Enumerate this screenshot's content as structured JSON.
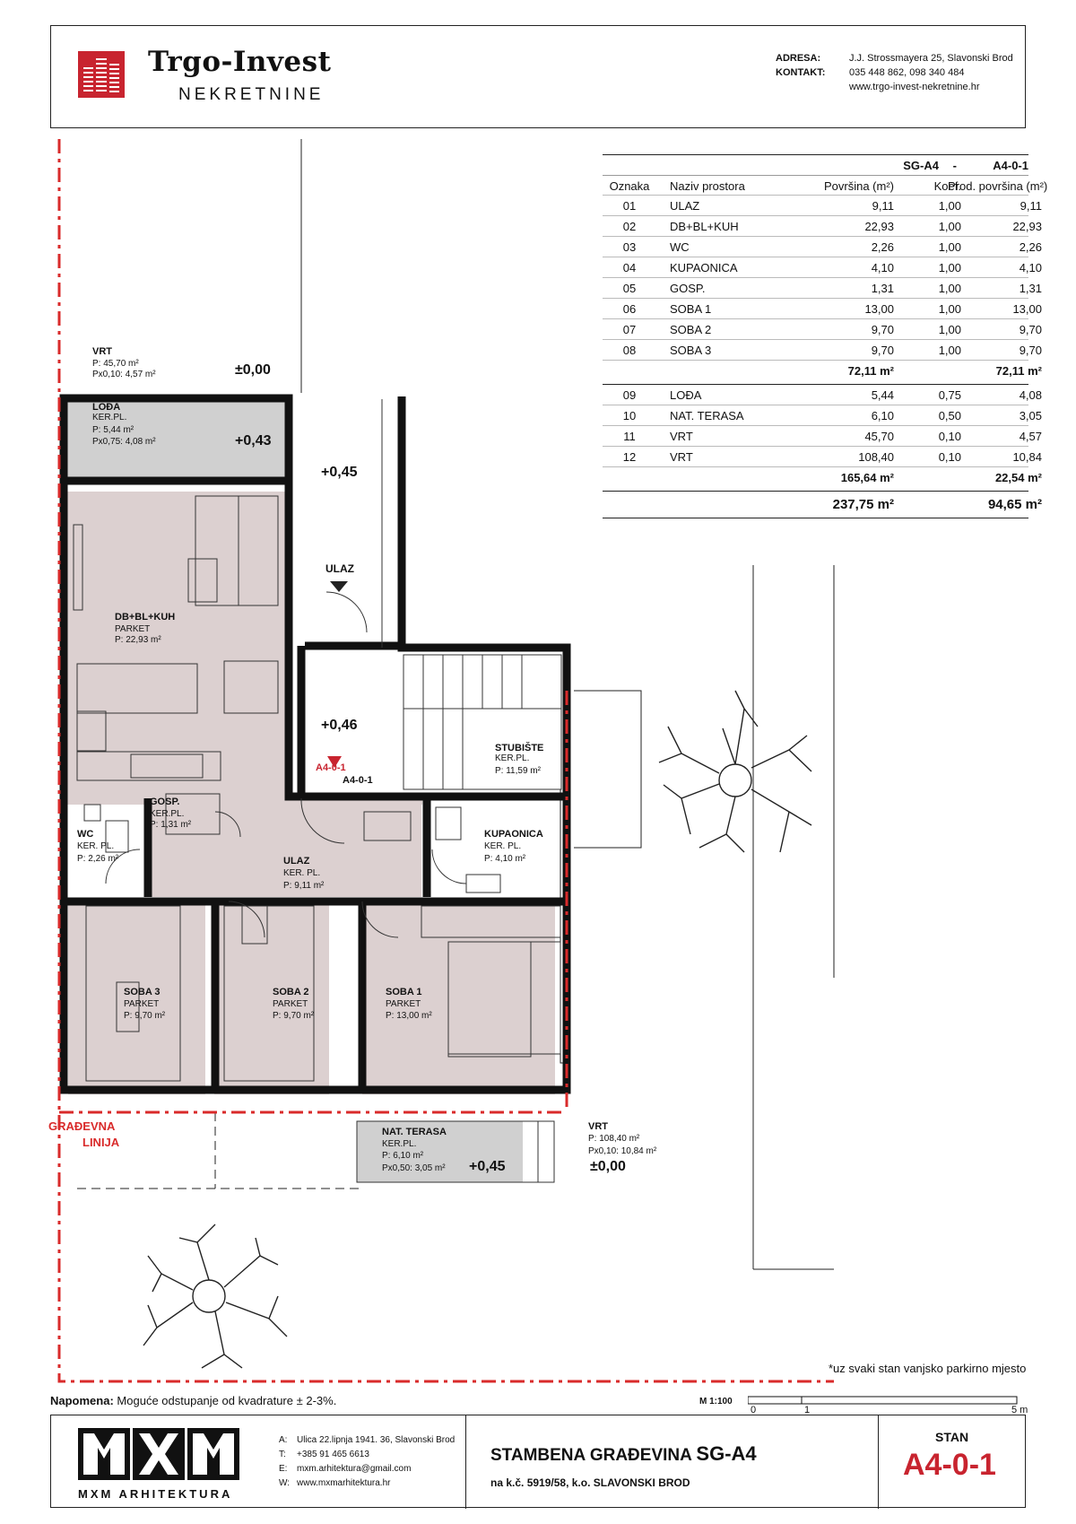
{
  "header": {
    "brand_name": "Trgo-Invest",
    "brand_sub": "NEKRETNINE",
    "address_label": "ADRESA:",
    "address_value": "J.J. Strossmayera 25, Slavonski Brod",
    "contact_label": "KONTAKT:",
    "contact_phones": "035 448 862, 098 340 484",
    "website": "www.trgo-invest-nekretnine.hr",
    "brand_color": "#c8242f"
  },
  "table": {
    "title_left": "SG-A4",
    "title_sep": "-",
    "title_right": "A4-0-1",
    "headers": [
      "Oznaka",
      "Naziv prostora",
      "Površina (m²)",
      "Koef.",
      "Prod. površina (m²)"
    ],
    "rows_a": [
      [
        "01",
        "ULAZ",
        "9,11",
        "1,00",
        "9,11"
      ],
      [
        "02",
        "DB+BL+KUH",
        "22,93",
        "1,00",
        "22,93"
      ],
      [
        "03",
        "WC",
        "2,26",
        "1,00",
        "2,26"
      ],
      [
        "04",
        "KUPAONICA",
        "4,10",
        "1,00",
        "4,10"
      ],
      [
        "05",
        "GOSP.",
        "1,31",
        "1,00",
        "1,31"
      ],
      [
        "06",
        "SOBA 1",
        "13,00",
        "1,00",
        "13,00"
      ],
      [
        "07",
        "SOBA 2",
        "9,70",
        "1,00",
        "9,70"
      ],
      [
        "08",
        "SOBA 3",
        "9,70",
        "1,00",
        "9,70"
      ]
    ],
    "subtotal_a": [
      "72,11 m²",
      "72,11 m²"
    ],
    "rows_b": [
      [
        "09",
        "LOĐA",
        "5,44",
        "0,75",
        "4,08"
      ],
      [
        "10",
        "NAT. TERASA",
        "6,10",
        "0,50",
        "3,05"
      ],
      [
        "11",
        "VRT",
        "45,70",
        "0,10",
        "4,57"
      ],
      [
        "12",
        "VRT",
        "108,40",
        "0,10",
        "10,84"
      ]
    ],
    "subtotal_b": [
      "165,64 m²",
      "22,54 m²"
    ],
    "total": [
      "237,75 m²",
      "94,65 m²"
    ]
  },
  "plan": {
    "vrt_top": {
      "name": "VRT",
      "area": "P: 45,70 m²",
      "weighted": "Px0,10: 4,57 m²",
      "level": "±0,00"
    },
    "loda": {
      "name": "LOĐA",
      "floor": "KER.PL.",
      "area": "P: 5,44 m²",
      "weighted": "Px0,75: 4,08 m²",
      "level": "+0,43"
    },
    "entry_level": "+0,45",
    "entry_label": "ULAZ",
    "living": {
      "name": "DB+BL+KUH",
      "floor": "PARKET",
      "area": "P: 22,93 m²"
    },
    "landing_level": "+0,46",
    "apt_marker": "A4-0-1",
    "apt_marker2": "A4-0-1",
    "stairs": {
      "name": "STUBIŠTE",
      "floor": "KER.PL.",
      "area": "P: 11,59 m²"
    },
    "gosp": {
      "name": "GOSP.",
      "floor": "KER.PL.",
      "area": "P: 1,31 m²"
    },
    "wc": {
      "name": "WC",
      "floor": "KER. PL.",
      "area": "P: 2,26 m²"
    },
    "hall": {
      "name": "ULAZ",
      "floor": "KER. PL.",
      "area": "P: 9,11 m²"
    },
    "bath": {
      "name": "KUPAONICA",
      "floor": "KER. PL.",
      "area": "P: 4,10 m²"
    },
    "soba3": {
      "name": "SOBA 3",
      "floor": "PARKET",
      "area": "P: 9,70 m²"
    },
    "soba2": {
      "name": "SOBA 2",
      "floor": "PARKET",
      "area": "P: 9,70 m²"
    },
    "soba1": {
      "name": "SOBA 1",
      "floor": "PARKET",
      "area": "P: 13,00 m²"
    },
    "building_line_1": "GRAĐEVNA",
    "building_line_2": "LINIJA",
    "terrace": {
      "name": "NAT. TERASA",
      "floor": "KER.PL.",
      "area": "P: 6,10 m²",
      "weighted": "Px0,50: 3,05 m²",
      "level": "+0,45"
    },
    "vrt_right": {
      "name": "VRT",
      "area": "P: 108,40 m²",
      "weighted": "Px0,10: 10,84 m²",
      "level": "±0,00"
    },
    "parking_note": "*uz svaki stan vanjsko parkirno mjesto",
    "floor_color": "#d9cfcf",
    "line_red": "#d92b2b"
  },
  "note": {
    "label": "Napomena:",
    "text": "Moguće odstupanje od kvadrature ± 2-3%."
  },
  "scale": {
    "label": "M 1:100",
    "t0": "0",
    "t1": "1",
    "t5": "5 m"
  },
  "footer": {
    "company": "MXM ARHITEKTURA",
    "addr_a": "A:",
    "addr": "Ulica 22.lipnja 1941. 36, Slavonski Brod",
    "tel_a": "T:",
    "tel": "+385 91 465 6613",
    "email_a": "E:",
    "email": "mxm.arhitektura@gmail.com",
    "web_a": "W:",
    "web": "www.mxmarhitektura.hr",
    "building_title": "STAMBENA GRAĐEVINA",
    "building_code": "SG-A4",
    "parcel": "na k.č. 5919/58, k.o. SLAVONSKI BROD",
    "stan_label": "STAN",
    "stan_code": "A4-0-1"
  }
}
